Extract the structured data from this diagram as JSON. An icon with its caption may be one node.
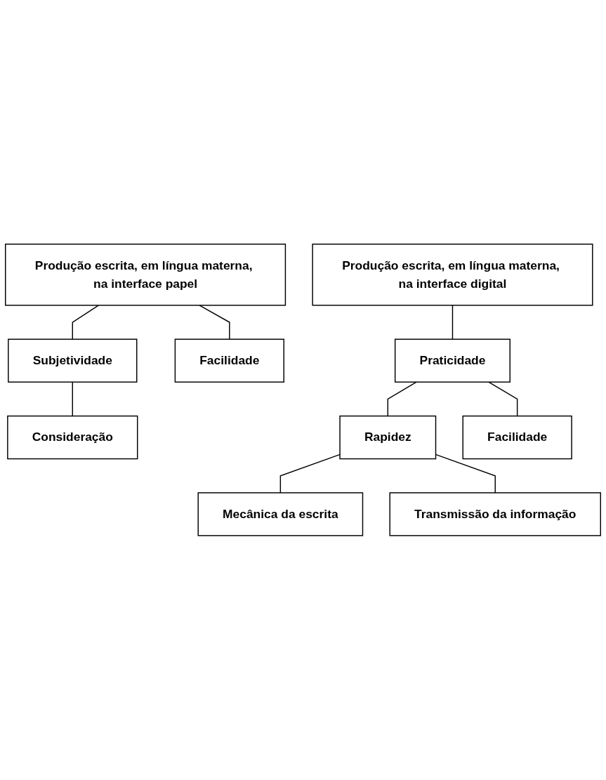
{
  "diagram": {
    "nodes": [
      {
        "text": [
          "Produção escrita, em língua materna, na interface papel"
        ]
      },
      {
        "text": [
          "Subjetividade"
        ]
      },
      {
        "text": [
          "Facilidade"
        ]
      },
      {
        "text": [
          "Consideração"
        ]
      },
      {
        "text": [
          "Produção escrita, em língua materna, na interface digital"
        ]
      },
      {
        "text": [
          "Praticidade"
        ]
      },
      {
        "text": [
          "Rapidez"
        ]
      },
      {
        "text": [
          "Facilidade"
        ]
      },
      {
        "text": [
          "Mecânica da escrita"
        ]
      },
      {
        "text": [
          "Transmissão da informação"
        ]
      }
    ],
    "edges": [
      {
        "from": 0,
        "to": 1,
        "arrow": "none"
      },
      {
        "from": 0,
        "to": 2,
        "arrow": "none"
      },
      {
        "from": 1,
        "to": 3,
        "arrow": "none"
      },
      {
        "from": 4,
        "to": 5,
        "arrow": "none"
      },
      {
        "from": 5,
        "to": 6,
        "arrow": "none"
      },
      {
        "from": 5,
        "to": 7,
        "arrow": "none"
      },
      {
        "from": 6,
        "to": 8,
        "arrow": "none"
      },
      {
        "from": 6,
        "to": 9,
        "arrow": "none"
      }
    ]
  }
}
